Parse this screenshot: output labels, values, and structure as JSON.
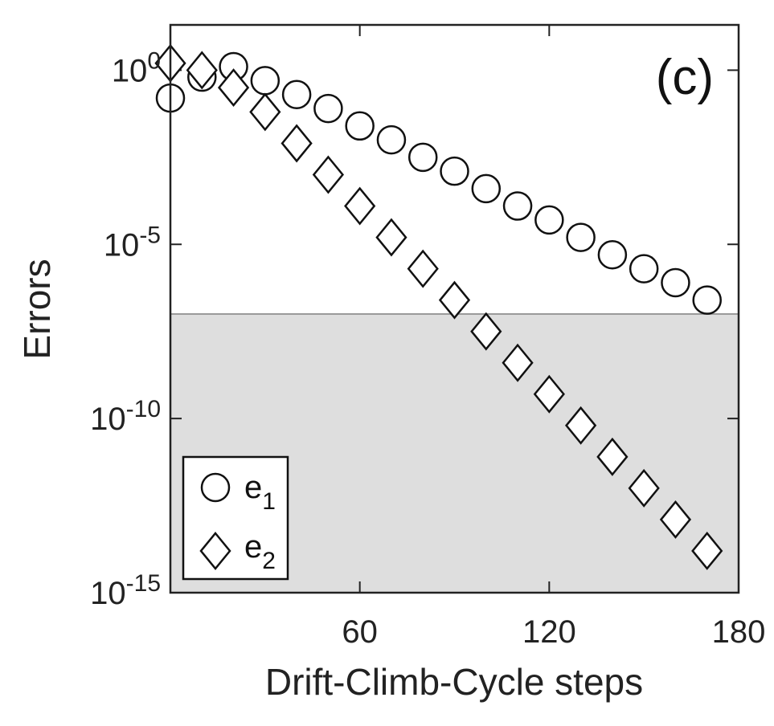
{
  "chart_data": {
    "type": "scatter",
    "panel_label": "(c)",
    "xlabel": "Drift-Climb-Cycle steps",
    "ylabel": "Errors",
    "xlim": [
      0,
      180
    ],
    "ylim_log10": [
      -15,
      1.3
    ],
    "yscale": "log",
    "x_ticks": [
      60,
      120,
      180
    ],
    "x_tick_labels": [
      "60",
      "120",
      "180"
    ],
    "y_ticks_log10": [
      0,
      -5,
      -10,
      -15
    ],
    "y_tick_labels": [
      {
        "base": "10",
        "exp": "0"
      },
      {
        "base": "10",
        "exp": "-5"
      },
      {
        "base": "10",
        "exp": "-10"
      },
      {
        "base": "10",
        "exp": "-15"
      }
    ],
    "shaded_region": {
      "from_log10": -15,
      "to_log10": -7,
      "color": "#dedede"
    },
    "grid": false,
    "legend_position": "bottom-left",
    "series": [
      {
        "name": "e",
        "subscript": "1",
        "marker": "circle",
        "x": [
          0,
          10,
          20,
          30,
          40,
          50,
          60,
          70,
          80,
          90,
          100,
          110,
          120,
          130,
          140,
          150,
          160,
          170
        ],
        "log10_y": [
          -0.8,
          -0.2,
          0.1,
          -0.3,
          -0.7,
          -1.1,
          -1.6,
          -2.0,
          -2.5,
          -2.9,
          -3.4,
          -3.9,
          -4.3,
          -4.8,
          -5.3,
          -5.7,
          -6.1,
          -6.6
        ]
      },
      {
        "name": "e",
        "subscript": "2",
        "marker": "diamond",
        "x": [
          0,
          10,
          20,
          30,
          40,
          50,
          60,
          70,
          80,
          90,
          100,
          110,
          120,
          130,
          140,
          150,
          160,
          170
        ],
        "log10_y": [
          0.2,
          0.0,
          -0.5,
          -1.2,
          -2.1,
          -3.0,
          -3.9,
          -4.8,
          -5.7,
          -6.6,
          -7.5,
          -8.4,
          -9.3,
          -10.2,
          -11.1,
          -12.0,
          -12.9,
          -13.8
        ]
      }
    ]
  },
  "colors": {
    "marker_stroke": "#111111",
    "marker_fill": "#ffffff",
    "axis": "#222222",
    "shade": "#dedede"
  }
}
